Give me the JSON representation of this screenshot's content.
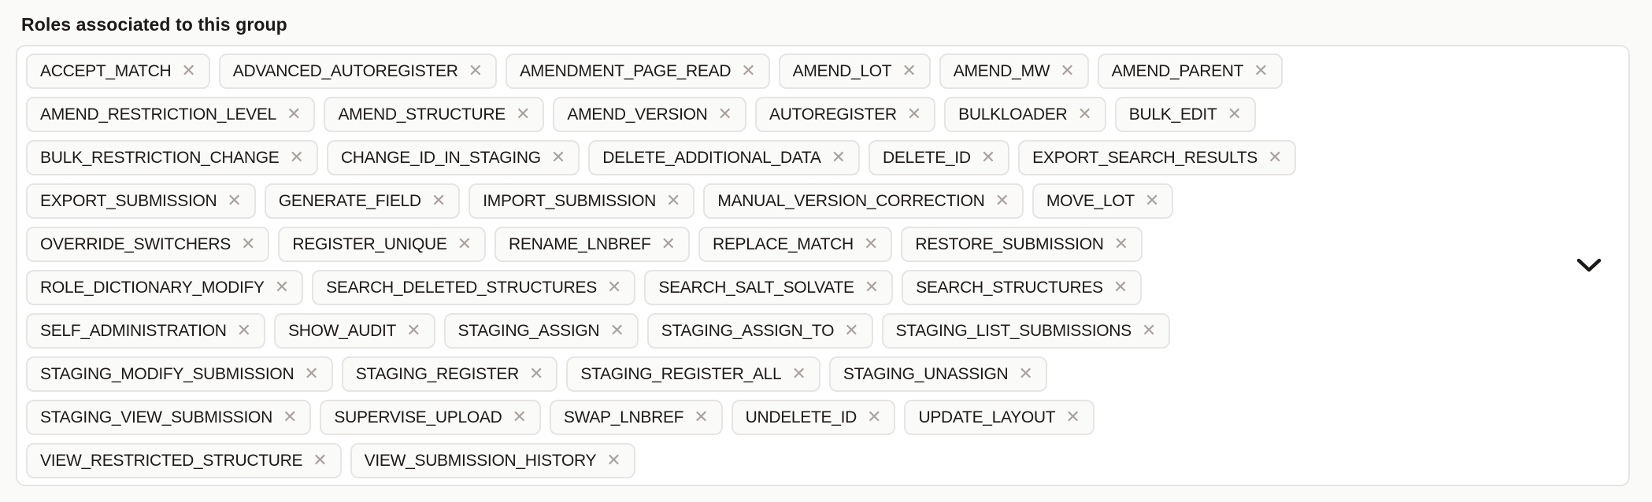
{
  "field": {
    "label": "Roles associated to this group"
  },
  "multiselect": {
    "remove_icon_glyph": "✕",
    "chevron_icon": "chevron-down",
    "tag_rows": [
      [
        "ACCEPT_MATCH",
        "ADVANCED_AUTOREGISTER",
        "AMENDMENT_PAGE_READ",
        "AMEND_LOT",
        "AMEND_MW",
        "AMEND_PARENT"
      ],
      [
        "AMEND_RESTRICTION_LEVEL",
        "AMEND_STRUCTURE",
        "AMEND_VERSION",
        "AUTOREGISTER",
        "BULKLOADER",
        "BULK_EDIT"
      ],
      [
        "BULK_RESTRICTION_CHANGE",
        "CHANGE_ID_IN_STAGING",
        "DELETE_ADDITIONAL_DATA",
        "DELETE_ID",
        "EXPORT_SEARCH_RESULTS"
      ],
      [
        "EXPORT_SUBMISSION",
        "GENERATE_FIELD",
        "IMPORT_SUBMISSION",
        "MANUAL_VERSION_CORRECTION",
        "MOVE_LOT"
      ],
      [
        "OVERRIDE_SWITCHERS",
        "REGISTER_UNIQUE",
        "RENAME_LNBREF",
        "REPLACE_MATCH",
        "RESTORE_SUBMISSION"
      ],
      [
        "ROLE_DICTIONARY_MODIFY",
        "SEARCH_DELETED_STRUCTURES",
        "SEARCH_SALT_SOLVATE",
        "SEARCH_STRUCTURES"
      ],
      [
        "SELF_ADMINISTRATION",
        "SHOW_AUDIT",
        "STAGING_ASSIGN",
        "STAGING_ASSIGN_TO",
        "STAGING_LIST_SUBMISSIONS"
      ],
      [
        "STAGING_MODIFY_SUBMISSION",
        "STAGING_REGISTER",
        "STAGING_REGISTER_ALL",
        "STAGING_UNASSIGN"
      ],
      [
        "STAGING_VIEW_SUBMISSION",
        "SUPERVISE_UPLOAD",
        "SWAP_LNBREF",
        "UNDELETE_ID",
        "UPDATE_LAYOUT"
      ],
      [
        "VIEW_RESTRICTED_STRUCTURE",
        "VIEW_SUBMISSION_HISTORY"
      ]
    ]
  },
  "colors": {
    "page_background": "#fafaf9",
    "box_background": "#ffffff",
    "border": "#e7e5e4",
    "tag_text": "#1c1917",
    "remove_icon": "#a8a29e",
    "chevron": "#1c1917"
  }
}
